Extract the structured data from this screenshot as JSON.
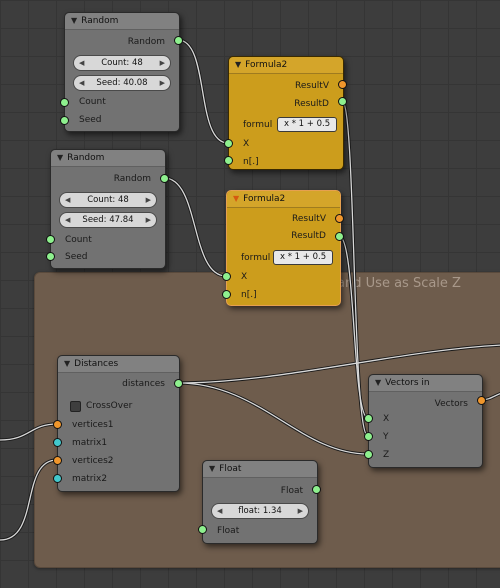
{
  "frame": {
    "label": "t Distance List and Use as Scale Z"
  },
  "random1": {
    "title": "Random",
    "output_label": "Random",
    "count_field": "Count: 48",
    "seed_field": "Seed: 40.08",
    "inputs": [
      "Count",
      "Seed"
    ]
  },
  "random2": {
    "title": "Random",
    "output_label": "Random",
    "count_field": "Count: 48",
    "seed_field": "Seed: 47.84",
    "inputs": [
      "Count",
      "Seed"
    ]
  },
  "formula1": {
    "title": "Formula2",
    "outputs": [
      "ResultV",
      "ResultD"
    ],
    "formula_label": "formul",
    "formula_value": "x * 1 + 0.5",
    "inputs": [
      "X",
      "n[.]"
    ]
  },
  "formula2": {
    "title": "Formula2",
    "outputs": [
      "ResultV",
      "ResultD"
    ],
    "formula_label": "formul",
    "formula_value": "x * 1 + 0.5",
    "inputs": [
      "X",
      "n[.]"
    ]
  },
  "distances": {
    "title": "Distances",
    "output_label": "distances",
    "crossover_label": "CrossOver",
    "inputs": [
      "vertices1",
      "matrix1",
      "vertices2",
      "matrix2"
    ]
  },
  "vectors_in": {
    "title": "Vectors in",
    "output_label": "Vectors",
    "inputs": [
      "X",
      "Y",
      "Z"
    ]
  },
  "float_node": {
    "title": "Float",
    "output_label": "Float",
    "float_field": "float: 1.34",
    "input_label": "Float"
  },
  "colors": {
    "socket_green": "#8ef08e",
    "socket_orange": "#f0962c",
    "socket_cyan": "#42c8cc",
    "frame_bg": "#6e5c4c",
    "formula_bg": "#cc9d1c"
  }
}
